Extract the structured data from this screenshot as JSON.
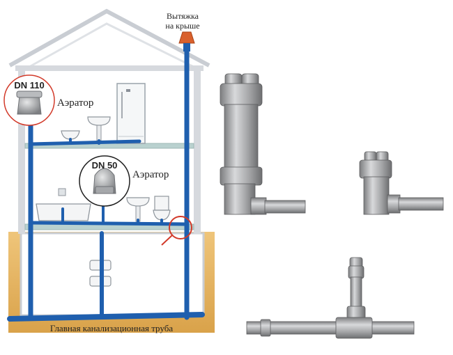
{
  "labels": {
    "roof_vent_line1": "Вытяжка",
    "roof_vent_line2": "на крыше",
    "aerator_dn110": "DN 110",
    "aerator_dn110_caption": "Аэратор",
    "aerator_dn50": "DN 50",
    "aerator_dn50_caption": "Аэратор",
    "main_pipe": "Главная канализационная труба"
  },
  "colors": {
    "pipe_blue": "#1f5fae",
    "soil": "#e2b45c",
    "house_outline": "#c9cdd3",
    "floor_slab": "#b9d1cf",
    "highlight_red": "#d23a2a",
    "pvc_grey": "#a9aaac"
  },
  "icons": [
    "roof-vent-cap-icon",
    "aerator-dn110-icon",
    "aerator-dn50-icon",
    "shower-cabin-icon",
    "sink-icon",
    "toilet-icon",
    "bathtub-icon",
    "pvc-pipe-icon"
  ]
}
